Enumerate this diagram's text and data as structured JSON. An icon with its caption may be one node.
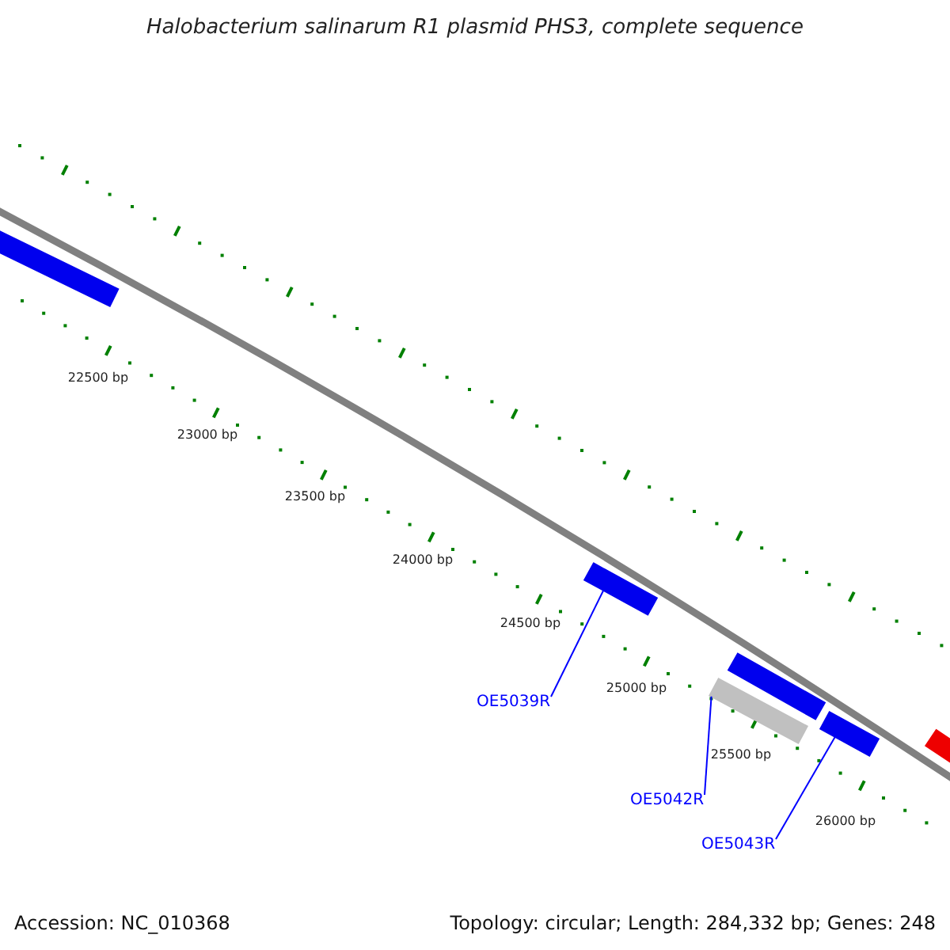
{
  "diagram": {
    "title": "Halobacterium salinarum R1 plasmid PHS3, complete sequence",
    "nodes": [
      {
        "text": [
          "OE5039R"
        ]
      },
      {
        "text": [],
        "shape": "bar"
      },
      {
        "text": [
          "OE5042R"
        ]
      },
      {
        "text": [],
        "shape": "bar"
      },
      {
        "text": [
          "OE5043R"
        ]
      },
      {
        "text": [],
        "shape": "bar"
      },
      {
        "text": [],
        "shape": "bar"
      },
      {
        "text": [],
        "shape": "bar"
      },
      {
        "text": [],
        "shape": "bar"
      }
    ],
    "edges": [
      {
        "from": 0,
        "to": 1,
        "arrow": "none"
      },
      {
        "from": 2,
        "to": 3,
        "arrow": "none"
      },
      {
        "from": 4,
        "to": 5,
        "arrow": "none"
      }
    ],
    "labels": [
      "22500 bp",
      "23000 bp",
      "23500 bp",
      "24000 bp",
      "24500 bp",
      "25000 bp",
      "25500 bp",
      "26000 bp",
      "Accession: NC_010368",
      "Topology: circular; Length: 284,332 bp; Genes: 248"
    ]
  }
}
